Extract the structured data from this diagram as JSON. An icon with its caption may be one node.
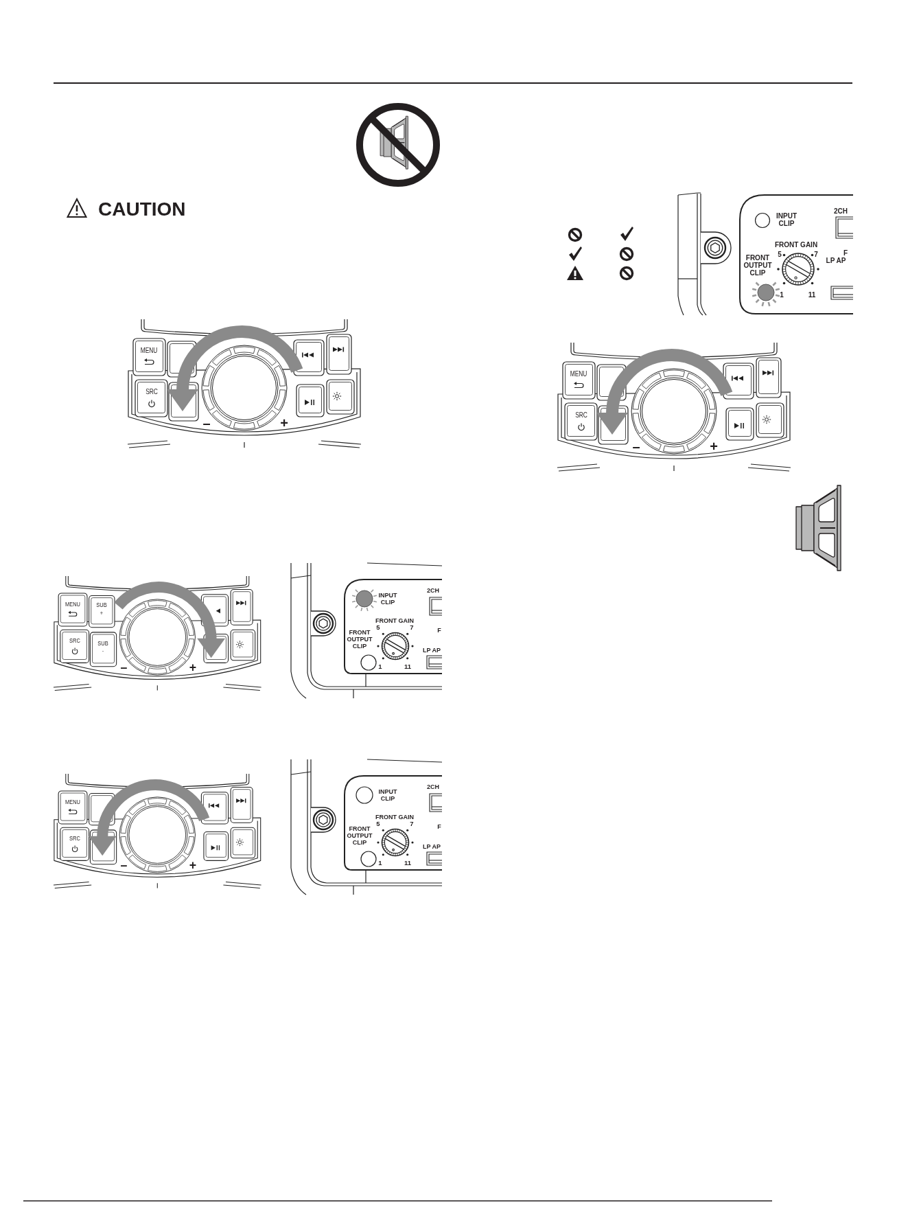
{
  "diagram": {
    "labels": [
      "CAUTION",
      "MENU",
      "SRC",
      "–",
      "+",
      "MENU",
      "SUB +",
      "SRC",
      "SUB -",
      "–",
      "+",
      "INPUT CLIP",
      "2CH",
      "FRONT GAIN",
      "5",
      "7",
      "FRONT OUTPUT CLIP",
      "F",
      "LP AP",
      "1",
      "11",
      "MENU",
      "SRC",
      "–",
      "+",
      "INPUT CLIP",
      "2CH",
      "FRONT GAIN",
      "5",
      "7",
      "FRONT OUTPUT CLIP",
      "F",
      "LP AP",
      "1",
      "11",
      "INPUT CLIP",
      "2CH",
      "FRONT GAIN",
      "5",
      "7",
      "FRONT OUTPUT CLIP",
      "F",
      "LP AP",
      "1",
      "11",
      "MENU",
      "SRC",
      "–",
      "+"
    ]
  }
}
